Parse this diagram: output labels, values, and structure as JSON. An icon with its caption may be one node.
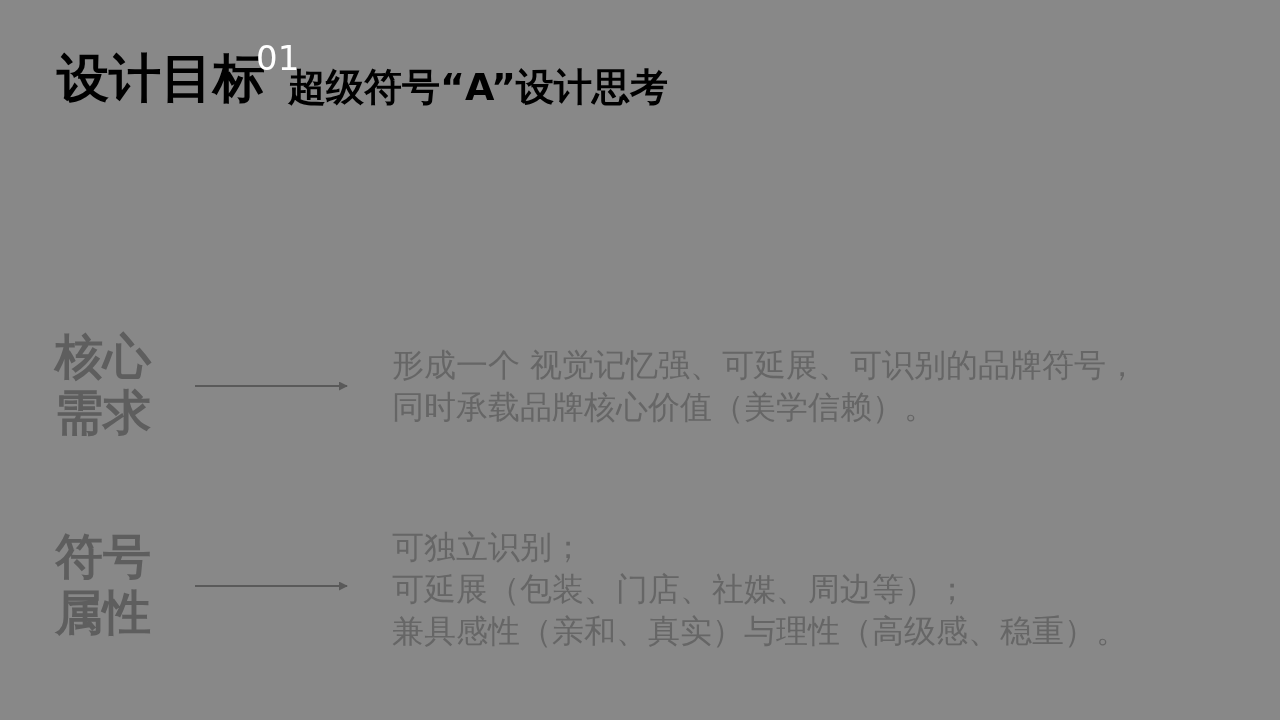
{
  "diagram": {
    "title": "设计目标",
    "labels": [
      "01",
      "超级符号“A”设计思考"
    ],
    "nodes": [
      {
        "text": [
          "核心需求"
        ]
      },
      {
        "text": [
          "形成一个 视觉记忆强、可延展、可识别的品牌符号，同时承载品牌核心价值（美学信赖）。"
        ]
      },
      {
        "text": [
          "符号属性"
        ]
      },
      {
        "text": [
          "可独立识别；",
          "可延展（包装、门店、社媒、周边等）；",
          "兼具感性（亲和、真实）与理性（高级感、稳重）。"
        ]
      }
    ],
    "edges": [
      {
        "from": 0,
        "to": 1,
        "arrow": "to"
      },
      {
        "from": 2,
        "to": 3,
        "arrow": "to"
      }
    ]
  }
}
